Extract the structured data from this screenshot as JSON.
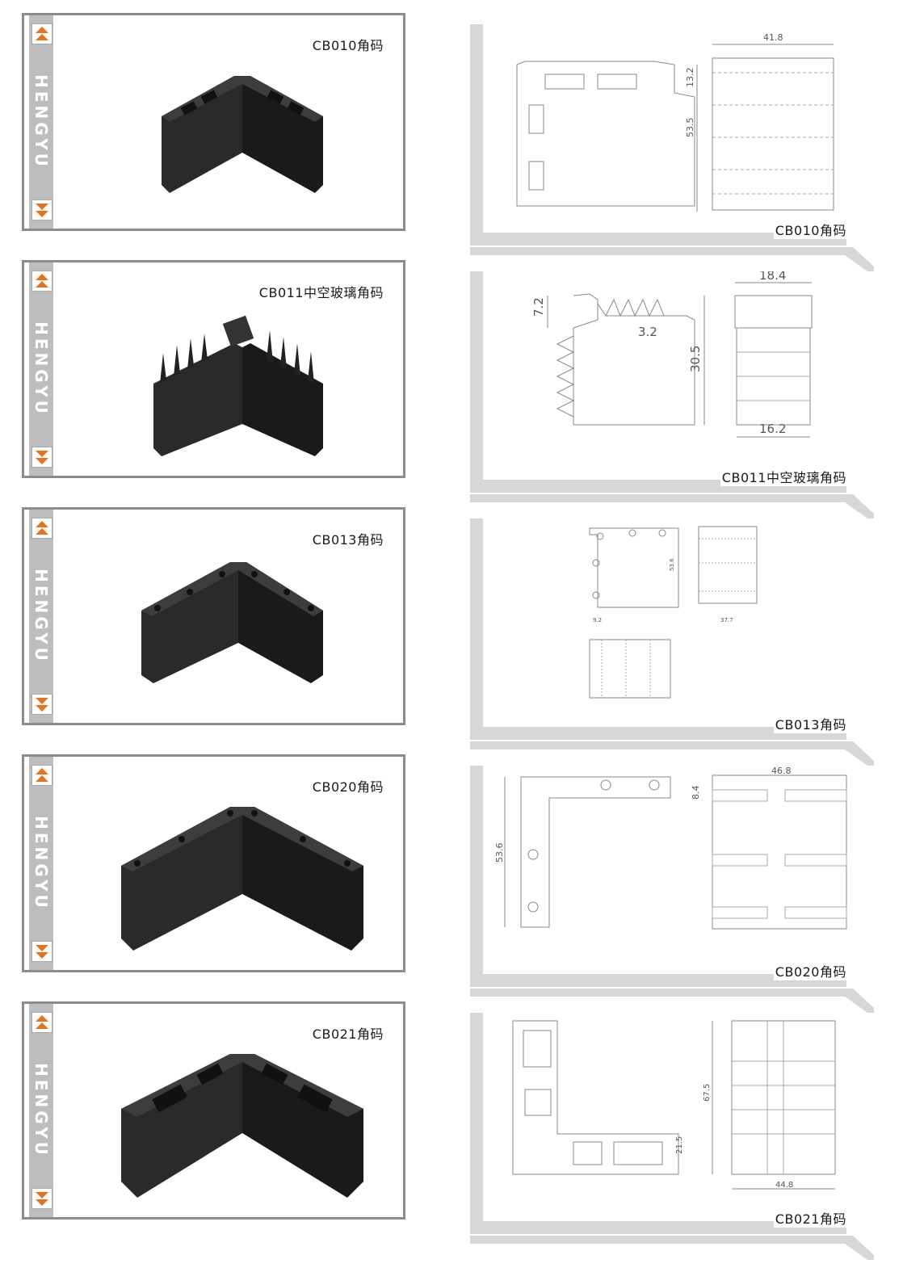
{
  "brand": "HENGYU",
  "products": [
    {
      "code": "CB010角码",
      "dims": {
        "width": "41.8",
        "height": "53.5",
        "depth": "13.2"
      }
    },
    {
      "code": "CB011中空玻璃角码",
      "dims": {
        "top": "18.4",
        "bottom": "16.2",
        "height": "30.5",
        "lip": "7.2",
        "fin": "3.2"
      }
    },
    {
      "code": "CB013角码",
      "dims": {
        "height": "53.6",
        "width": "37.7",
        "offset": "9.2"
      }
    },
    {
      "code": "CB020角码",
      "dims": {
        "width": "46.8",
        "height": "53.6",
        "depth": "8.4"
      }
    },
    {
      "code": "CB021角码",
      "dims": {
        "height": "67.5",
        "inner": "21.5",
        "width": "44.8"
      }
    }
  ]
}
